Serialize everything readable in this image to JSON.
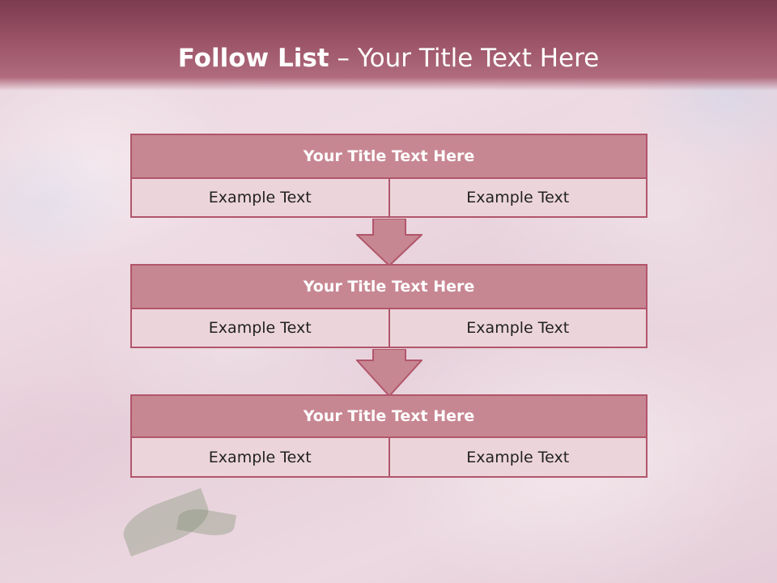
{
  "slide": {
    "title_bold": "Follow List",
    "title_rest": " – Your Title Text Here"
  },
  "steps": [
    {
      "title": "Your Title Text Here",
      "left": "Example Text",
      "right": "Example Text"
    },
    {
      "title": "Your Title Text Here",
      "left": "Example Text",
      "right": "Example Text"
    },
    {
      "title": "Your Title Text Here",
      "left": "Example Text",
      "right": "Example Text"
    }
  ],
  "colors": {
    "header": "#9b5367",
    "title_fill": "#c78792",
    "cell_fill": "#ecd5da",
    "border": "#b1566b"
  }
}
